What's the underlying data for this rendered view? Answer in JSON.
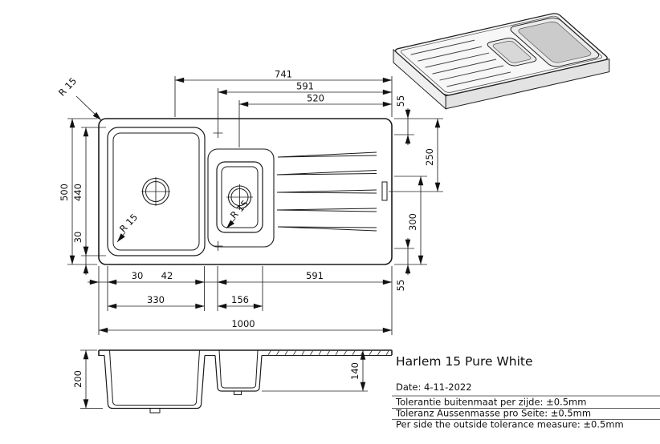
{
  "product": {
    "name": "Harlem 15 Pure White",
    "date": "Date: 4-11-2022"
  },
  "tolerances": {
    "nl": "Tolerantie buitenmaat per zijde: ±0.5mm",
    "de": "Toleranz Aussenmasse pro Seite: ±0.5mm",
    "en": "Per side the outside tolerance measure: ±0.5mm"
  },
  "dims": {
    "d1000": "1000",
    "d500": "500",
    "d741": "741",
    "d591": "591",
    "d520": "520",
    "d440": "440",
    "d330": "330",
    "d156": "156",
    "d300": "300",
    "d250": "250",
    "d200": "200",
    "d140": "140",
    "d55": "55",
    "d42": "42",
    "d30": "30",
    "r15": "R 15"
  }
}
